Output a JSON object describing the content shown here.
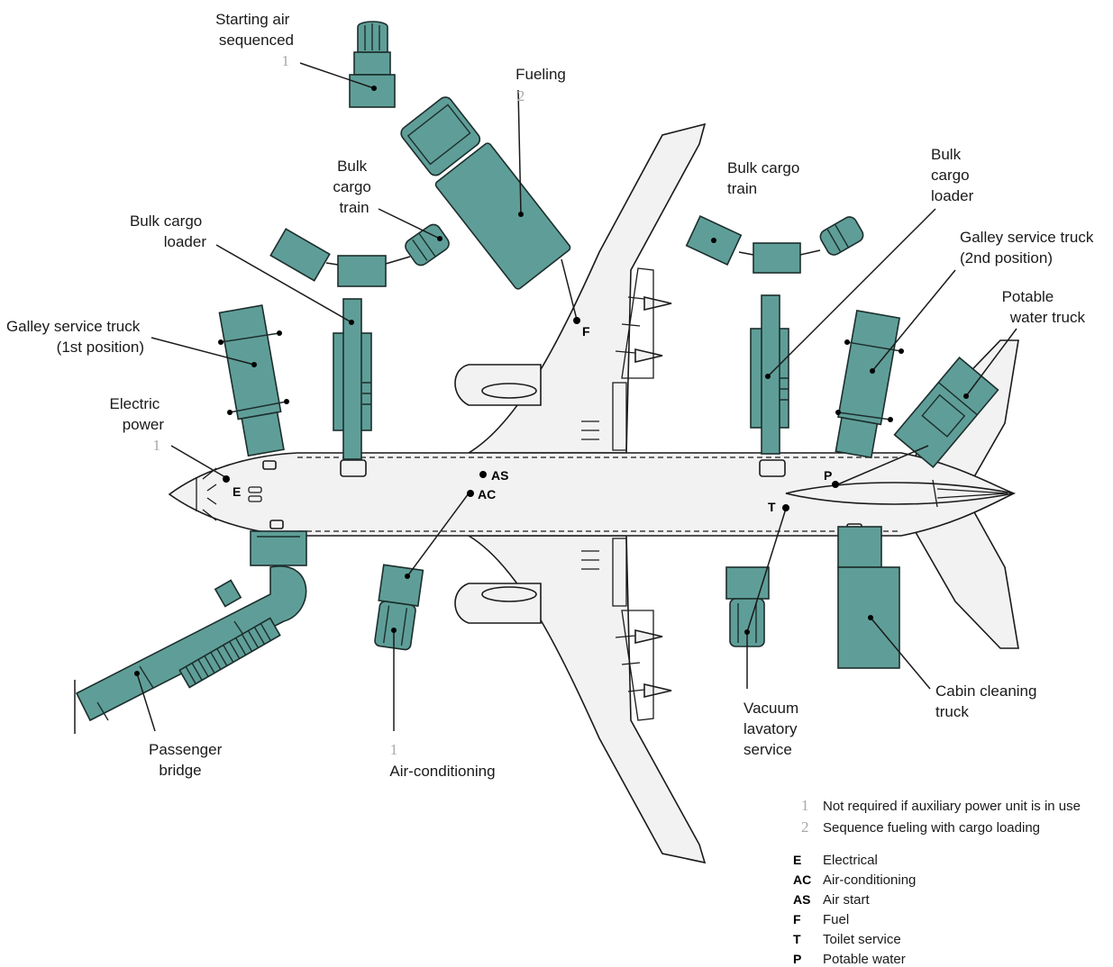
{
  "labels": {
    "starting_air": [
      "Starting air",
      "sequenced"
    ],
    "starting_air_note": "1",
    "fueling": "Fueling",
    "fueling_note": "2",
    "bulk_cargo_train_left": [
      "Bulk",
      "cargo",
      "train"
    ],
    "bulk_cargo_loader_left": [
      "Bulk cargo",
      "loader"
    ],
    "galley_truck_1st": [
      "Galley service truck",
      "(1st position)"
    ],
    "electric_power": [
      "Electric",
      "power"
    ],
    "electric_power_note": "1",
    "bulk_cargo_train_right": [
      "Bulk cargo",
      "train"
    ],
    "bulk_cargo_loader_right": [
      "Bulk",
      "cargo",
      "loader"
    ],
    "galley_truck_2nd": [
      "Galley service truck",
      "(2nd position)"
    ],
    "potable_water_truck": [
      "Potable",
      "water truck"
    ],
    "passenger_bridge": [
      "Passenger",
      "bridge"
    ],
    "air_conditioning": "Air-conditioning",
    "air_conditioning_note": "1",
    "vacuum_lavatory": [
      "Vacuum",
      "lavatory",
      "service"
    ],
    "cabin_cleaning": [
      "Cabin cleaning",
      "truck"
    ]
  },
  "service_points": {
    "E": "E",
    "AS": "AS",
    "AC": "AC",
    "F": "F",
    "T": "T",
    "P": "P"
  },
  "notes": [
    {
      "num": "1",
      "text": "Not required if auxiliary power unit is in use"
    },
    {
      "num": "2",
      "text": "Sequence fueling with cargo loading"
    }
  ],
  "legend": [
    {
      "code": "E",
      "text": "Electrical"
    },
    {
      "code": "AC",
      "text": "Air-conditioning"
    },
    {
      "code": "AS",
      "text": "Air start"
    },
    {
      "code": "F",
      "text": "Fuel"
    },
    {
      "code": "T",
      "text": "Toilet service"
    },
    {
      "code": "P",
      "text": "Potable water"
    }
  ],
  "colors": {
    "vehicle": "#5f9e98",
    "aircraft": "#f2f2f2",
    "note_number": "#a8a8a8"
  }
}
